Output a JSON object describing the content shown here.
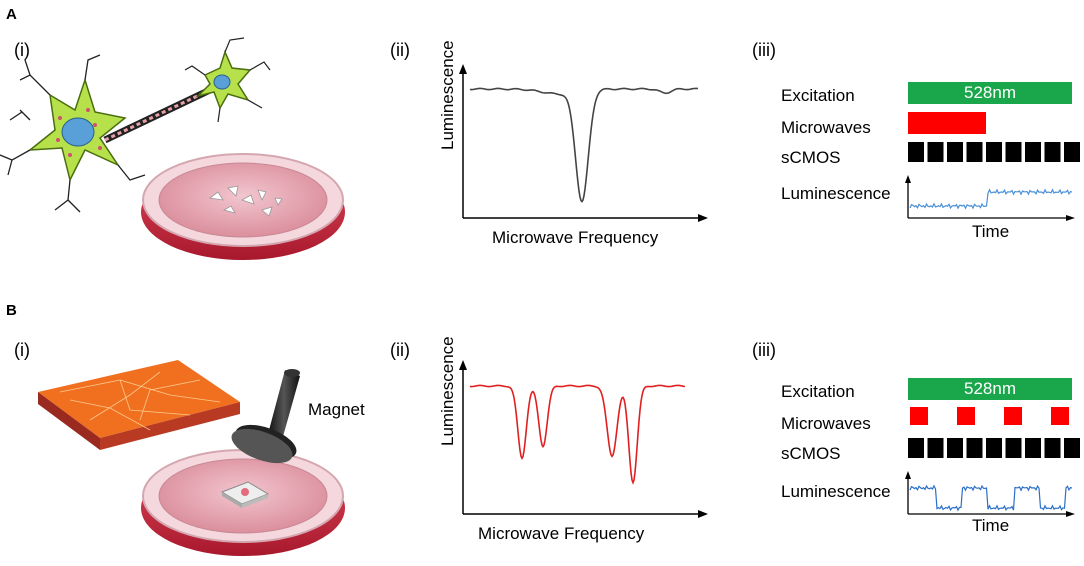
{
  "panels": [
    {
      "letter": "A",
      "sub_labels": [
        "(i)",
        "(ii)",
        "(iii)"
      ],
      "spectrum": {
        "ylabel": "Luminescence",
        "xlabel": "Microwave Frequency",
        "line_color": "#444444",
        "dips": 1
      },
      "timing": {
        "rows": [
          "Excitation",
          "Microwaves",
          "sCMOS",
          "Luminescence"
        ],
        "excitation_label": "528nm",
        "time_label": "Time",
        "excitation_color": "#1aa64a",
        "microwave_color": "#ff0000",
        "camera_color": "#000000",
        "trace_color": "#4a90d9",
        "microwave_mode": "continuous"
      }
    },
    {
      "letter": "B",
      "sub_labels": [
        "(i)",
        "(ii)",
        "(iii)"
      ],
      "magnet_label": "Magnet",
      "spectrum": {
        "ylabel": "Luminescence",
        "xlabel": "Microwave Frequency",
        "line_color": "#e02020",
        "dips": 4
      },
      "timing": {
        "rows": [
          "Excitation",
          "Microwaves",
          "sCMOS",
          "Luminescence"
        ],
        "excitation_label": "528nm",
        "time_label": "Time",
        "excitation_color": "#1aa64a",
        "microwave_color": "#ff0000",
        "camera_color": "#000000",
        "trace_color": "#2a6fc9",
        "microwave_mode": "pulsed"
      }
    }
  ]
}
